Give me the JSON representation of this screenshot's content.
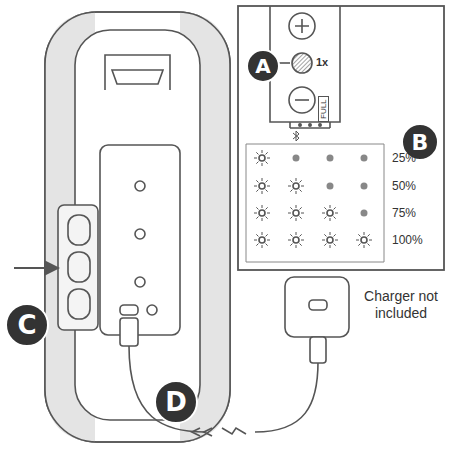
{
  "diagram": {
    "nodes": [
      {
        "text": [
          "A"
        ]
      },
      {
        "text": [
          "B"
        ]
      },
      {
        "text": [
          "C"
        ]
      },
      {
        "text": [
          "D"
        ]
      }
    ],
    "labels": [
      "1x",
      "FULL",
      "25%",
      "50%",
      "75%",
      "100%",
      "Charger not included"
    ]
  }
}
